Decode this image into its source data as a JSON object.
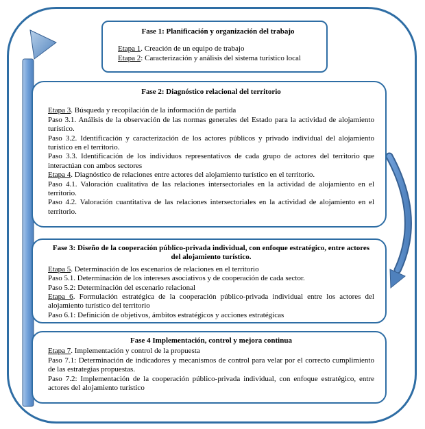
{
  "colors": {
    "frame_border": "#2e6da4",
    "box_border": "#2e6da4",
    "arrow_fill": "#4f81bd",
    "arrow_fill_light": "#a9c6e8",
    "arrow_outline": "#376092"
  },
  "icons": {
    "left_arrow": "feedback-bent-up-arrow",
    "right_arrow": "curved-down-connector-arrow"
  },
  "fases": {
    "f1": {
      "title": "Fase 1: Planificación y organización del trabajo",
      "lines": [
        {
          "u": "Etapa 1",
          "rest": ". Creación de un equipo de trabajo"
        },
        {
          "u": "Etapa 2",
          "rest": ": Caracterización y análisis del sistema turístico local"
        }
      ]
    },
    "f2": {
      "title": "Fase 2: Diagnóstico relacional del territorio",
      "lines": [
        {
          "u": "Etapa 3",
          "rest": ". Búsqueda y recopilación de la información de partida"
        },
        {
          "u": "",
          "rest": "Paso 3.1. Análisis de la observación de las normas generales del Estado para la actividad de alojamiento turístico."
        },
        {
          "u": "",
          "rest": "Paso 3.2. Identificación y caracterización de los actores públicos y privado individual del alojamiento turístico en el territorio."
        },
        {
          "u": "",
          "rest": "Paso 3.3. Identificación de los individuos representativos de cada grupo de actores del territorio que interactúan con ambos sectores"
        },
        {
          "u": "Etapa 4",
          "rest": ". Diagnóstico de relaciones entre actores del alojamiento turístico en el territorio."
        },
        {
          "u": "",
          "rest": "Paso 4.1. Valoración cualitativa de las relaciones intersectoriales en la actividad de alojamiento en el territorio."
        },
        {
          "u": "",
          "rest": "Paso 4.2. Valoración cuantitativa de las relaciones intersectoriales en la actividad de alojamiento en el territorio."
        }
      ]
    },
    "f3": {
      "title": "Fase 3: Diseño de la cooperación público-privada individual, con enfoque estratégico, entre actores del alojamiento turístico.",
      "lines": [
        {
          "u": "Etapa 5",
          "rest": ". Determinación de los escenarios de relaciones en el territorio"
        },
        {
          "u": "",
          "rest": "Paso 5.1. Determinación de los intereses asociativos y de cooperación de cada sector."
        },
        {
          "u": "",
          "rest": "Paso 5.2: Determinación del escenario relacional"
        },
        {
          "u": "Etapa 6",
          "rest": ". Formulación estratégica de la cooperación público-privada individual entre los actores del alojamiento turístico del territorio"
        },
        {
          "u": "",
          "rest": "Paso 6.1: Definición de objetivos, ámbitos estratégicos y acciones estratégicas"
        }
      ]
    },
    "f4": {
      "title": "Fase 4 Implementación, control y mejora continua",
      "lines": [
        {
          "u": "Etapa 7",
          "rest": ". Implementación y control de la propuesta"
        },
        {
          "u": "",
          "rest": "Paso 7.1: Determinación de indicadores y mecanismos de control para velar por el correcto cumplimiento de las estrategias propuestas."
        },
        {
          "u": "",
          "rest": "Paso 7.2: Implementación de la cooperación público-privada individual, con enfoque estratégico, entre actores del alojamiento turístico"
        }
      ]
    }
  }
}
